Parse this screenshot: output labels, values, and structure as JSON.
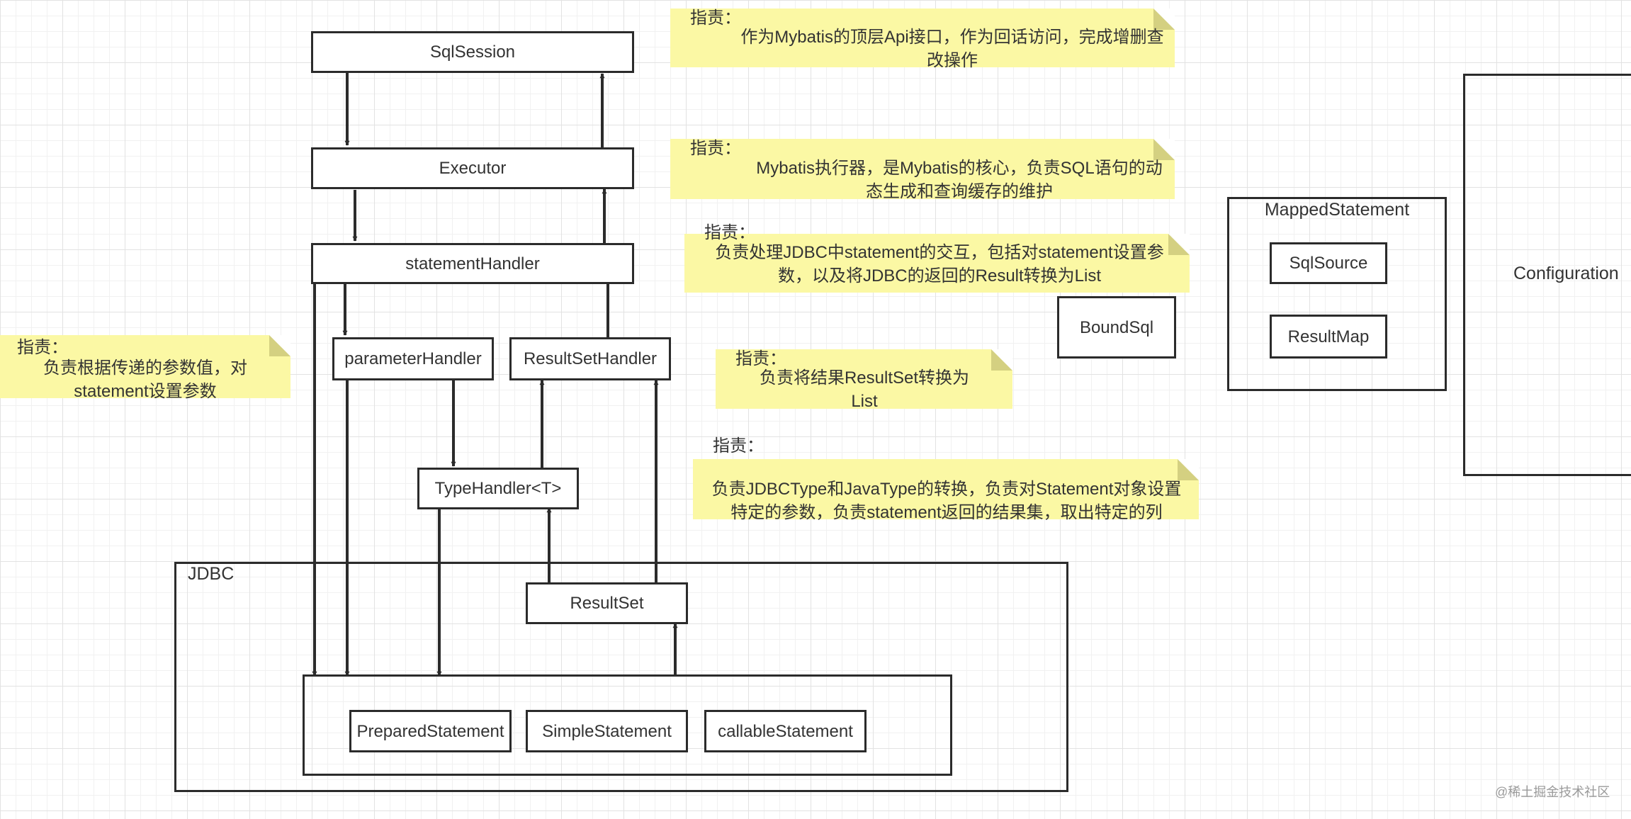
{
  "diagram": {
    "nodes": {
      "sql_session": "SqlSession",
      "executor": "Executor",
      "statement_handler": "statementHandler",
      "parameter_handler": "parameterHandler",
      "result_set_handler": "ResultSetHandler",
      "type_handler": "TypeHandler<T>",
      "result_set": "ResultSet",
      "prepared_statement": "PreparedStatement",
      "simple_statement": "SimpleStatement",
      "callable_statement": "callableStatement",
      "bound_sql": "BoundSql",
      "sql_source": "SqlSource",
      "result_map": "ResultMap"
    },
    "containers": {
      "jdbc": "JDBC",
      "mapped_statement": "MappedStatement",
      "configuration": "Configuration"
    },
    "notes": [
      {
        "label": "指责：",
        "text": "作为Mybatis的顶层Api接口，作为回话访问，完成增删查改操作"
      },
      {
        "label": "指责：",
        "text": "Mybatis执行器，是Mybatis的核心，负责SQL语句的动态生成和查询缓存的维护"
      },
      {
        "label": "指责：",
        "text": "负责处理JDBC中statement的交互，包括对statement设置参数，以及将JDBC的返回的Result转换为List"
      },
      {
        "label": "指责：",
        "text": "负责将结果ResultSet转换为List"
      },
      {
        "label": "指责：",
        "text": "负责JDBCType和JavaType的转换，负责对Statement对象设置特定的参数，负责statement返回的结果集，取出特定的列"
      },
      {
        "label": "指责：",
        "text": "负责根据传递的参数值，对statement设置参数"
      }
    ],
    "colors": {
      "note_fill": "#fbf8a4",
      "note_fold": "#d4d081",
      "stroke": "#2b2b2b",
      "grid": "#e2e2e2"
    }
  },
  "watermark": "@稀土掘金技术社区"
}
